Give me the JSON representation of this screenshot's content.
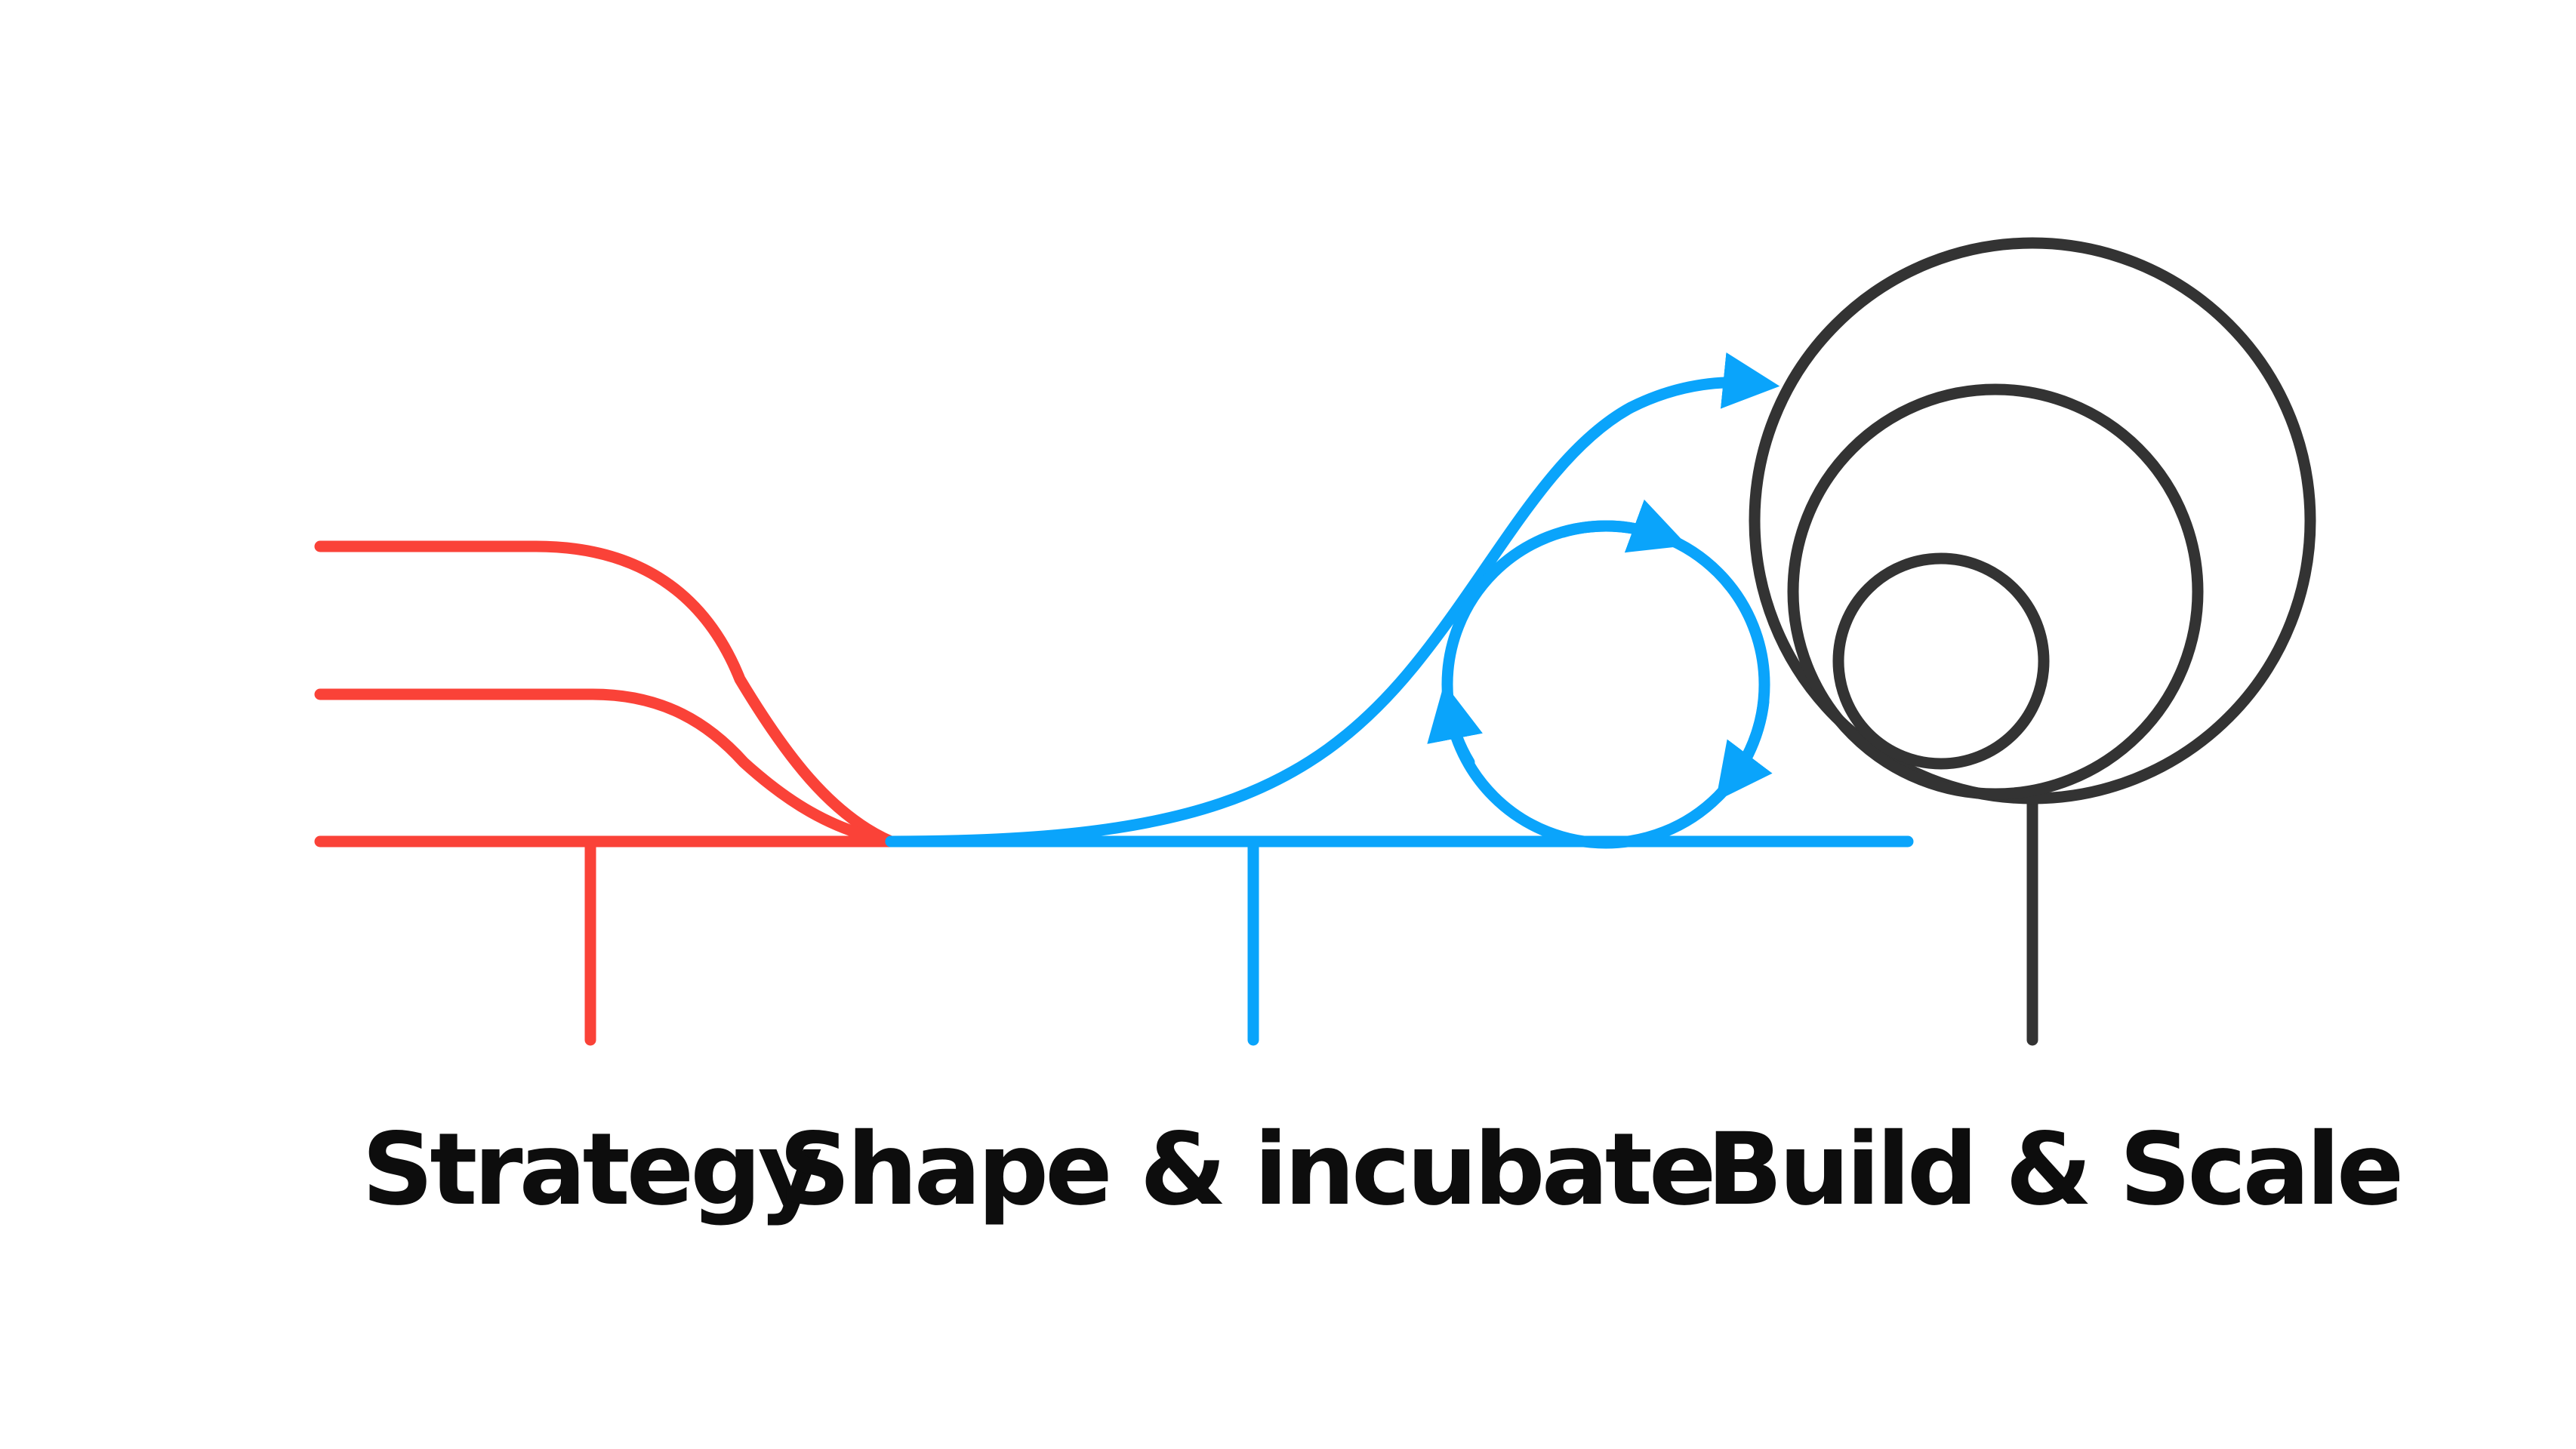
{
  "colors": {
    "strategy": "#fa4238",
    "shape": "#0aa4fb",
    "build": "#333333",
    "label": "#0d0d0d",
    "background": "#ffffff"
  },
  "stages": [
    {
      "label": "Strategy"
    },
    {
      "label": "Shape & incubate"
    },
    {
      "label": "Build & Scale"
    }
  ]
}
